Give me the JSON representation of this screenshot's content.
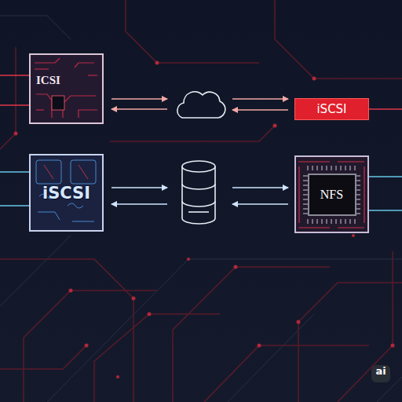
{
  "diagram": {
    "nodes": [
      {
        "text": [
          "ICSI"
        ]
      },
      {
        "text": [
          "iSCSI"
        ]
      },
      {
        "text": [
          "iSCSI"
        ]
      },
      {
        "text": [
          "NFS"
        ]
      }
    ],
    "labels": [
      "ai"
    ]
  }
}
